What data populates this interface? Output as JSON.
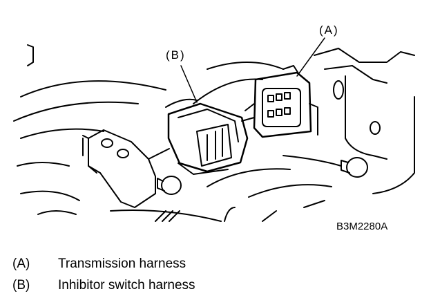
{
  "figure": {
    "callouts": {
      "a": "(A)",
      "b": "(B)"
    },
    "code": "B3M2280A"
  },
  "legend": [
    {
      "key": "(A)",
      "text": "Transmission harness"
    },
    {
      "key": "(B)",
      "text": "Inhibitor switch harness"
    }
  ]
}
